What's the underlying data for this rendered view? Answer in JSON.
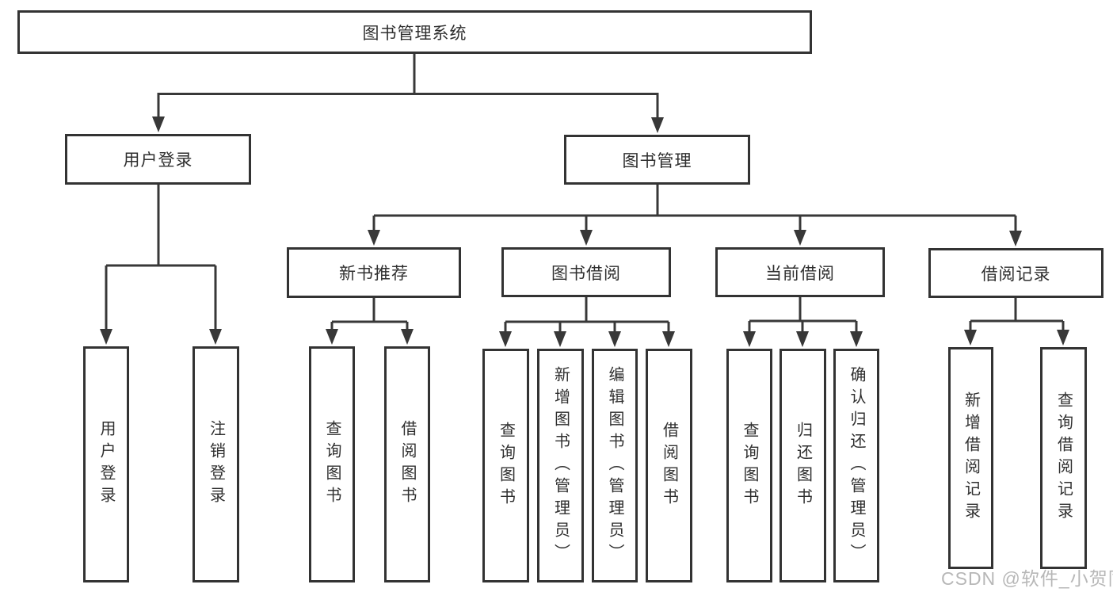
{
  "diagram": {
    "title": "图书管理系统",
    "tree": {
      "label": "图书管理系统",
      "children": [
        {
          "label": "用户登录",
          "children": [
            {
              "label": "用户登录"
            },
            {
              "label": "注销登录"
            }
          ]
        },
        {
          "label": "图书管理",
          "children": [
            {
              "label": "新书推荐",
              "children": [
                {
                  "label": "查询图书"
                },
                {
                  "label": "借阅图书"
                }
              ]
            },
            {
              "label": "图书借阅",
              "children": [
                {
                  "label": "查询图书"
                },
                {
                  "label": "新增图书（管理员）"
                },
                {
                  "label": "编辑图书（管理员）"
                },
                {
                  "label": "借阅图书"
                }
              ]
            },
            {
              "label": "当前借阅",
              "children": [
                {
                  "label": "查询图书"
                },
                {
                  "label": "归还图书"
                },
                {
                  "label": "确认归还（管理员）"
                }
              ]
            },
            {
              "label": "借阅记录",
              "children": [
                {
                  "label": "新增借阅记录"
                },
                {
                  "label": "查询借阅记录"
                }
              ]
            }
          ]
        }
      ]
    },
    "colors": {
      "line": "#383838",
      "node_border": "#333333",
      "text": "#2f2f2f",
      "background": "#ffffff",
      "watermark": "#b7b7b7"
    }
  },
  "watermark": {
    "text": "CSDN @软件_小贺同学"
  }
}
